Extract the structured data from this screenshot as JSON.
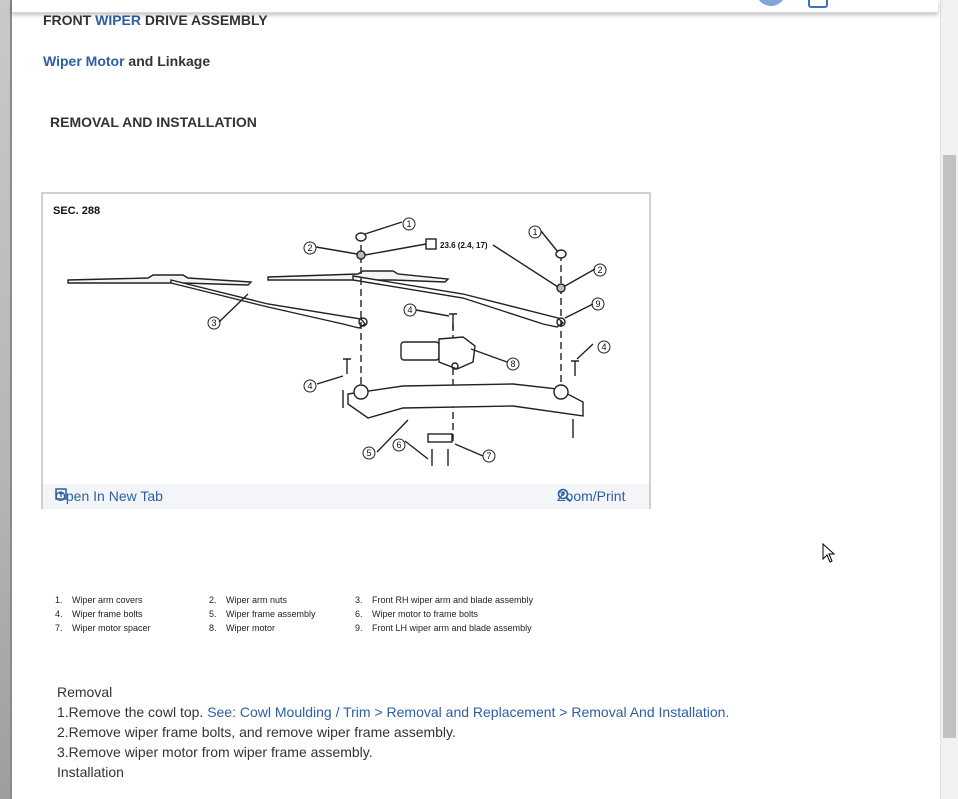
{
  "header": {
    "title_part1": "FRONT ",
    "title_highlight": "WIPER",
    "title_part2": " DRIVE ASSEMBLY",
    "subtitle_highlight": "Wiper Motor",
    "subtitle_rest": " and Linkage",
    "procedure": "REMOVAL AND INSTALLATION"
  },
  "figure": {
    "section": "SEC. 288",
    "torque": "23.6 (2.4, 17)",
    "callouts": [
      "1",
      "2",
      "3",
      "4",
      "5",
      "6",
      "7",
      "8",
      "9"
    ],
    "open_tab_label": "Open In New Tab",
    "zoom_label": "Zoom/Print"
  },
  "legend": [
    {
      "num": "1.",
      "label": "Wiper arm covers"
    },
    {
      "num": "2.",
      "label": "Wiper arm nuts"
    },
    {
      "num": "3.",
      "label": "Front RH wiper arm and blade assembly"
    },
    {
      "num": "4.",
      "label": "Wiper frame bolts"
    },
    {
      "num": "5.",
      "label": "Wiper frame assembly"
    },
    {
      "num": "6.",
      "label": "Wiper motor to frame bolts"
    },
    {
      "num": "7.",
      "label": "Wiper motor spacer"
    },
    {
      "num": "8.",
      "label": "Wiper motor"
    },
    {
      "num": "9.",
      "label": "Front LH wiper arm and blade assembly"
    }
  ],
  "steps": {
    "removal_heading": "Removal",
    "step1_text": "1.Remove the cowl top. ",
    "step1_link": "See: Cowl Moulding / Trim > Removal and Replacement > Removal And Installation.",
    "step2": "2.Remove wiper frame bolts, and remove wiper frame assembly.",
    "step3": "3.Remove wiper motor from wiper frame assembly.",
    "installation_heading": "Installation"
  },
  "colors": {
    "link": "#2c5fa3",
    "text": "#333333"
  }
}
